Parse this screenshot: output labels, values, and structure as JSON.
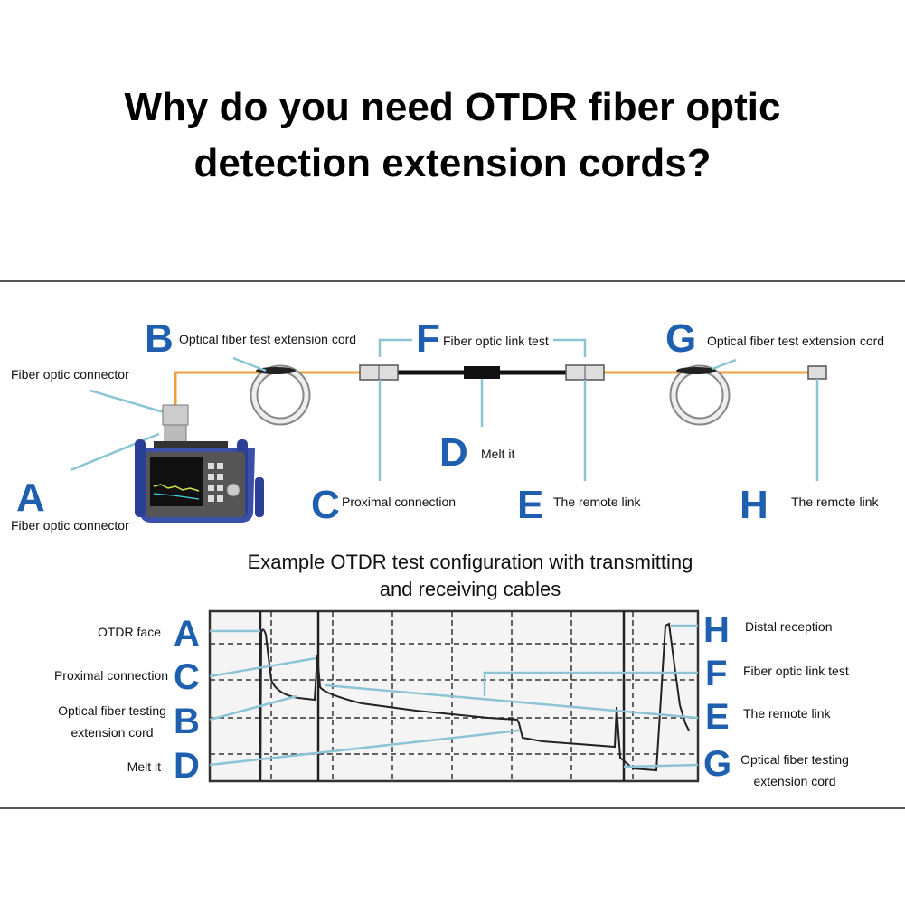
{
  "title": {
    "line1": "Why do you need OTDR fiber optic",
    "line2": "detection extension cords?"
  },
  "top_diagram": {
    "letters": {
      "A": "A",
      "B": "B",
      "C": "C",
      "D": "D",
      "E": "E",
      "F": "F",
      "G": "G",
      "H": "H"
    },
    "labels": {
      "fiber_connector_top": "Fiber optic connector",
      "fiber_connector_bottom": "Fiber optic connector",
      "b_label": "Optical fiber test extension cord",
      "f_label": "Fiber optic link test",
      "g_label": "Optical fiber test extension cord",
      "d_label": "Melt it",
      "c_label": "Proximal connection",
      "e_label": "The remote link",
      "h_label": "The remote link"
    },
    "colors": {
      "cord": "#f0a040",
      "leader": "#8cc4d6",
      "letter": "#1f5fb0"
    }
  },
  "caption": {
    "line1": "Example OTDR test configuration with transmitting",
    "line2": "and receiving cables"
  },
  "trace_diagram": {
    "left": [
      {
        "letter": "A",
        "label": "OTDR face"
      },
      {
        "letter": "C",
        "label": "Proximal connection"
      },
      {
        "letter": "B",
        "label_line1": "Optical fiber testing",
        "label_line2": "extension cord"
      },
      {
        "letter": "D",
        "label": "Melt it"
      }
    ],
    "right": [
      {
        "letter": "H",
        "label": "Distal reception"
      },
      {
        "letter": "F",
        "label": "Fiber optic link test"
      },
      {
        "letter": "E",
        "label": "The remote link"
      },
      {
        "letter": "G",
        "label_line1": "Optical fiber testing",
        "label_line2": "extension cord"
      }
    ]
  }
}
